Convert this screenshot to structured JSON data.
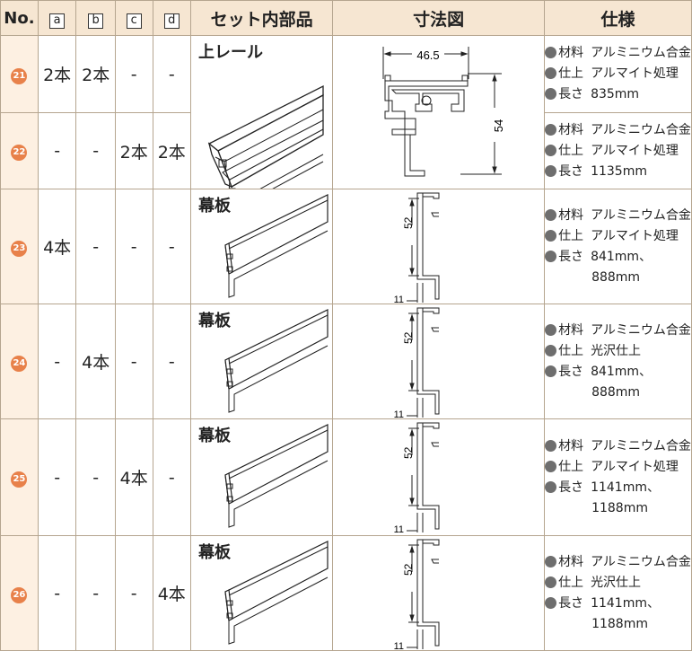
{
  "header": {
    "no": "No.",
    "a": "a",
    "b": "b",
    "c": "c",
    "d": "d",
    "part": "セット内部品",
    "dim": "寸法図",
    "spec": "仕様"
  },
  "parts": [
    {
      "label": "上レール",
      "dims": {
        "w": "46.5",
        "h": "54"
      }
    },
    {
      "label": "幕板",
      "dims": {
        "h": "52",
        "w": "11"
      }
    },
    {
      "label": "幕板",
      "dims": {
        "h": "52",
        "w": "11"
      }
    },
    {
      "label": "幕板",
      "dims": {
        "h": "52",
        "w": "11"
      }
    },
    {
      "label": "幕板",
      "dims": {
        "h": "52",
        "w": "11"
      }
    }
  ],
  "rows": [
    {
      "no": "21",
      "a": "2本",
      "b": "2本",
      "c": "-",
      "d": "-",
      "spec": {
        "material_k": "材料",
        "material": "アルミニウム合金",
        "finish_k": "仕上",
        "finish": "アルマイト処理",
        "length_k": "長さ",
        "length": "835mm",
        "length2": ""
      }
    },
    {
      "no": "22",
      "a": "-",
      "b": "-",
      "c": "2本",
      "d": "2本",
      "spec": {
        "material_k": "材料",
        "material": "アルミニウム合金",
        "finish_k": "仕上",
        "finish": "アルマイト処理",
        "length_k": "長さ",
        "length": "1135mm",
        "length2": ""
      }
    },
    {
      "no": "23",
      "a": "4本",
      "b": "-",
      "c": "-",
      "d": "-",
      "spec": {
        "material_k": "材料",
        "material": "アルミニウム合金",
        "finish_k": "仕上",
        "finish": "アルマイト処理",
        "length_k": "長さ",
        "length": "841mm、",
        "length2": "888mm"
      }
    },
    {
      "no": "24",
      "a": "-",
      "b": "4本",
      "c": "-",
      "d": "-",
      "spec": {
        "material_k": "材料",
        "material": "アルミニウム合金",
        "finish_k": "仕上",
        "finish": "光沢仕上",
        "length_k": "長さ",
        "length": "841mm、",
        "length2": "888mm"
      }
    },
    {
      "no": "25",
      "a": "-",
      "b": "-",
      "c": "4本",
      "d": "-",
      "spec": {
        "material_k": "材料",
        "material": "アルミニウム合金",
        "finish_k": "仕上",
        "finish": "アルマイト処理",
        "length_k": "長さ",
        "length": "1141mm、",
        "length2": "1188mm"
      }
    },
    {
      "no": "26",
      "a": "-",
      "b": "-",
      "c": "-",
      "d": "4本",
      "spec": {
        "material_k": "材料",
        "material": "アルミニウム合金",
        "finish_k": "仕上",
        "finish": "光沢仕上",
        "length_k": "長さ",
        "length": "1141mm、",
        "length2": "1188mm"
      }
    }
  ],
  "colors": {
    "header_bg": "#f6e6d2",
    "no_bg": "#fdf0e2",
    "circle": "#e8814a",
    "bullet": "#6e6e6e",
    "border": "#b5a58f"
  }
}
